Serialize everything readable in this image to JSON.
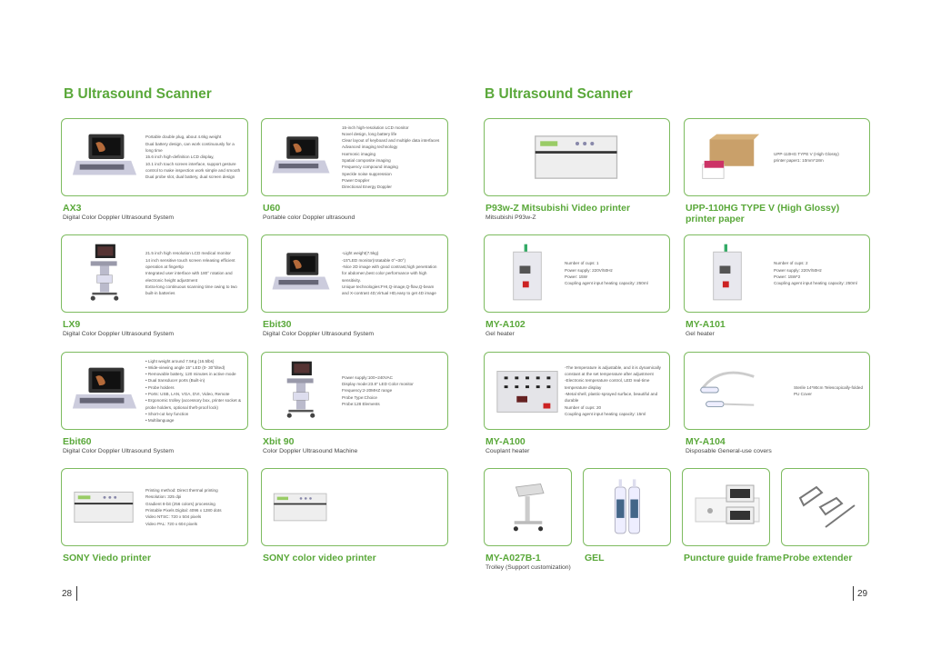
{
  "left": {
    "title": "B Ultrasound Scanner",
    "page_number": "28",
    "products": [
      {
        "name": "AX3",
        "subtitle": "Digital Color Doppler Ultrasound System",
        "icon": "laptop-ultrasound",
        "specs": "Portable double plug, about 4.6kg weight\nDual battery design, can work continuously for a long time\n15.6 inch high-definition LCD display,\n10.1 inch touch screen interface, support gesture control to make inspection work simple and smooth\nDual probe slot, dual battery, dual screen design"
      },
      {
        "name": "U60",
        "subtitle": "Portable color Doppler ultrasound",
        "icon": "laptop-ultrasound",
        "specs": "15-inch high-resolution LCD monitor\nNovel design, long battery life\nClear layout of keyboard and multiple data interfaces\nAdvanced imaging technology\nHarmonic imaging\nSpatial composite imaging\nFrequency compound imaging\nSpeckle noise suppression\nPower Doppler\nDirectional Energy Doppler"
      },
      {
        "name": "LX9",
        "subtitle": "Digital Color Doppler Ultrasound System",
        "icon": "cart-ultrasound",
        "specs": "21.5 inch high resolution LCD medical monitor\n14 inch sensitive touch screen releasing efficient operation at fingertip\nIntegrated user interface with 180° rotation and electronic height adjustment\nExtra-long continuous scanning time owing to two built-in batteries"
      },
      {
        "name": "Ebit30",
        "subtitle": "Digital Color Doppler Ultrasound System",
        "icon": "laptop-ultrasound",
        "specs": "-Light weight(7.5kg)\n-15\"LED monitor(rotatable 0°~30°)\n-Nice 2D image with good contrast,high penetration for abdomen,best color performance with high sensitivity.\nUnique technologies:FHI,Q-image,Q-flow,Q-beam and X-contrast 4D,Virtual HD,easy to get 4D image"
      },
      {
        "name": "Ebit60",
        "subtitle": "Digital Color Doppler Ultrasound System",
        "icon": "laptop-ultrasound",
        "specs": "• Light weight around 7.5Kg (16.5lbs)\n• Wide-viewing angle 15\" LED (0- 30°tilted)\n• Removable battery, 120 minutes in active mode\n• Dual transducer ports (Built-in)\n• Probe holders\n• Ports: USB, LAN, VGA, DVI, Video, Remote\n• Ergonomic trolley (accessory box, printer socket & probe holders, optional theft-proof lock)\n• Short-cut key function\n• Multilanguage"
      },
      {
        "name": "Xbit 90",
        "subtitle": "Color Doppler Ultrasound Machine",
        "icon": "cart-ultrasound",
        "specs": "Power supply:100~240VAC\nDisplay mode:23.8\" LED Color monitor\nFrequency:2-20MHZ range\nProbe Type:Choice\nProbe:128 Elements"
      },
      {
        "name": "SONY Viedo printer",
        "subtitle": "",
        "icon": "printer",
        "specs": "Printing method: Direct thermal printing\nResolution: 325 dpi\nGradient 8-bit (256 colors) processing\nPrintable Pixels Digital: 4096 x 1280 dots\nVideo NTSC: 720 x 504 pixels\nVideo PAL: 720 x 604 pixels"
      },
      {
        "name": "SONY color video printer",
        "subtitle": "",
        "icon": "printer",
        "specs": ""
      }
    ]
  },
  "right": {
    "title": "B Ultrasound Scanner",
    "page_number": "29",
    "products": [
      {
        "name": "P93w-Z Mitsubishi Video printer",
        "subtitle": "Mitsubishi P93w-Z",
        "icon": "printer",
        "specs": ""
      },
      {
        "name": "UPP-110HG  TYPE V (High Glossy) printer paper",
        "subtitle": "",
        "icon": "paper-box",
        "specs": "UPP-110HG  TYPE V (High Glossy)\nprinter paper1: 10mm*18m"
      },
      {
        "name": "MY-A102",
        "subtitle": "Gel heater",
        "icon": "gel-heater",
        "specs": "Number of cups: 1\nPower supply: 220V/50Hz\nPower: 15W\nCoupling agent input heating capacity: 250ml"
      },
      {
        "name": "MY-A101",
        "subtitle": "Gel heater",
        "icon": "gel-heater",
        "specs": "Number of cups: 2\nPower supply: 220V/50Hz\nPower: 15W*2\nCoupling agent input heating capacity: 250ml"
      },
      {
        "name": "MY-A100",
        "subtitle": "Couplant heater",
        "icon": "couplant-heater",
        "specs": "-The temperature is adjustable, and it is dynamically constant at the set temperature after adjustment\n-Electronic temperature control, LED real-time temperature display\n-Metal shell, plastic-sprayed surface, beautiful and durable\nNumber of cups: 20\nCoupling agent input heating capacity: 15ml"
      },
      {
        "name": "MY-A104",
        "subtitle": "Disposable General-use covers",
        "icon": "probe-cover",
        "specs": "Sterile 14*90cm Telescopically-folded PU Cover"
      },
      {
        "name": "MY-A027B-1",
        "subtitle": "Trolley (Support customization)",
        "icon": "trolley",
        "specs": ""
      },
      {
        "name": "GEL",
        "subtitle": "",
        "icon": "gel-bottles",
        "specs": ""
      },
      {
        "name": "Puncture guide frame",
        "subtitle": "",
        "icon": "puncture-frame",
        "specs": ""
      },
      {
        "name": "Probe extender",
        "subtitle": "",
        "icon": "probe-extender",
        "specs": ""
      }
    ]
  },
  "colors": {
    "accent": "#5aa83a",
    "border": "#7dbb5f"
  }
}
